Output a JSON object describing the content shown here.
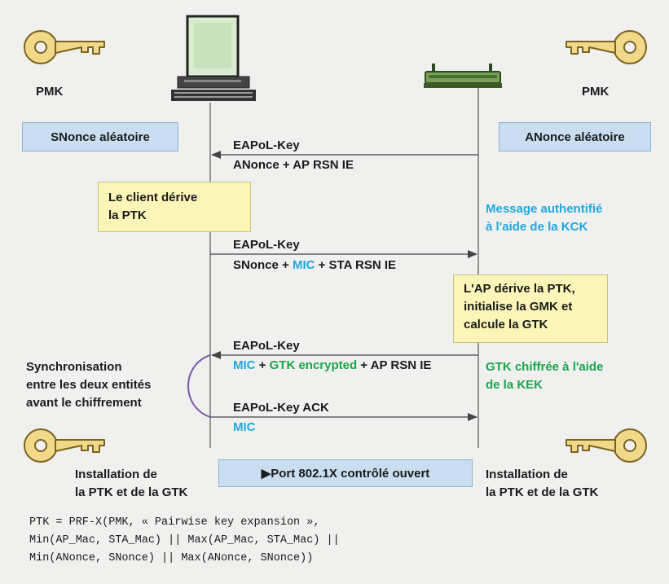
{
  "colors": {
    "background": "#f0f0ee",
    "blue_box": "#c9def0",
    "yellow_box": "#fbf6b8",
    "cyan_text": "#1ea8e0",
    "green_text": "#1aa64a",
    "arc": "#7a5aa8"
  },
  "client": {
    "pmk_label": "PMK",
    "nonce_box": "SNonce aléatoire",
    "derive_box_line1": "Le client dérive",
    "derive_box_line2": "la PTK",
    "install_line1": "Installation de",
    "install_line2": "la PTK et de la GTK"
  },
  "ap": {
    "pmk_label": "PMK",
    "nonce_box": "ANonce aléatoire",
    "auth_note_line1": "Message authentifié",
    "auth_note_line2": "à l'aide de la KCK",
    "derive_box_line1": "L'AP dérive la PTK,",
    "derive_box_line2": "initialise la GMK et",
    "derive_box_line3": "calcule la GTK",
    "gtk_note_line1": "GTK chiffrée à l'aide",
    "gtk_note_line2": "de la KEK",
    "install_line1": "Installation de",
    "install_line2": "la PTK et de la GTK"
  },
  "messages": {
    "m1_title": "EAPoL-Key",
    "m1_body": "ANonce + AP RSN IE",
    "m2_title": "EAPoL-Key",
    "m2_sn": "SNonce + ",
    "m2_mic": "MIC",
    "m2_rest": " + STA RSN IE",
    "m3_title": "EAPoL-Key",
    "m3_mic": "MIC",
    "m3_plus1": " + ",
    "m3_gtk": "GTK encrypted",
    "m3_rest": " + AP RSN IE",
    "m4_title": "EAPoL-Key ACK",
    "m4_mic": "MIC"
  },
  "sync_note": {
    "line1": "Synchronisation",
    "line2": "entre les deux entités",
    "line3": "avant le chiffrement"
  },
  "port_box": "▶Port 802.1X contrôlé ouvert",
  "formula": {
    "line1": "PTK = PRF-X(PMK, « Pairwise key expansion »,",
    "line2": "Min(AP_Mac, STA_Mac) || Max(AP_Mac, STA_Mac) ||",
    "line3": "Min(ANonce, SNonce) || Max(ANonce, SNonce))"
  },
  "icons": {
    "client_device": "computer-icon",
    "ap_device": "access-point-icon",
    "key": "key-icon"
  }
}
